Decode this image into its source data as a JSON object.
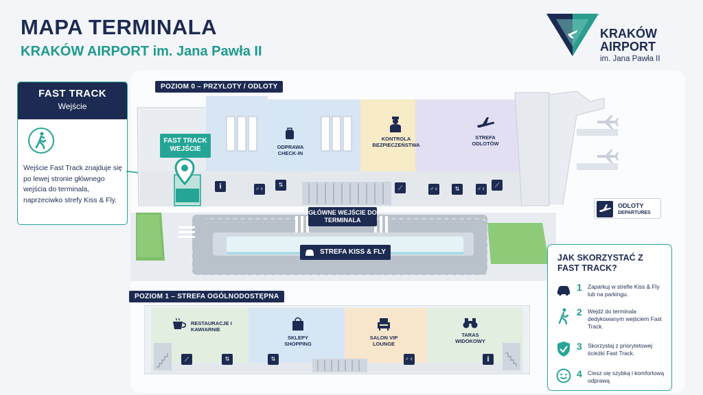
{
  "header": {
    "title": "MAPA TERMINALA",
    "subtitle": "KRAKÓW AIRPORT im. Jana Pawła II"
  },
  "logo": {
    "line1": "KRAKÓW",
    "line2": "AIRPORT",
    "line3": "im. Jana Pawła II"
  },
  "fast_track_card": {
    "title": "FAST TRACK",
    "subtitle": "Wejście",
    "description": "Wejście Fast Track znajduje się po lewej stronie głównego wejścia do terminala, naprzeciwko strefy Kiss & Fly."
  },
  "level0": {
    "label": "POZIOM 0 – PRZYLOTY / ODLOTY",
    "fast_track_tag": "FAST TRACK WEJŚCIE",
    "zones": {
      "checkin": "ODPRAWA CHECK-IN",
      "security": "KONTROLA BEZPIECZEŃSTWA",
      "departures_zone": "STREFA ODLOTÓW"
    },
    "main_entrance": "GŁÓWNE WEJŚCIE DO TERMINALA",
    "kiss_fly": "STREFA KISS & FLY",
    "departures_sign": {
      "pl": "ODLOTY",
      "en": "DEPARTURES"
    }
  },
  "level1": {
    "label": "POZIOM 1 – STREFA OGÓLNODOSTĘPNA",
    "zones": {
      "restaurants": "RESTAURACJE I KAWIARNIE",
      "shops": "SKLEPY SHOPPING",
      "vip": "SALON VIP LOUNGE",
      "terrace": "TARAS WIDOKOWY"
    }
  },
  "howto": {
    "title": "JAK SKORZYSTAĆ Z FAST TRACK?",
    "steps": [
      {
        "num": "1",
        "text": "Zaparkuj w strefie Kiss & Fly lub na parkingu."
      },
      {
        "num": "2",
        "text": "Wejdź do terminala dedykowanym wejściem Fast Track."
      },
      {
        "num": "3",
        "text": "Skorzystaj z priorytetowej ścieżki Fast Track."
      },
      {
        "num": "4",
        "text": "Ciesz się szybką i komfortową odprawą."
      }
    ]
  },
  "colors": {
    "navy": "#1d2b52",
    "teal": "#1f9a8d",
    "checkin_blue": "#d6e6f5",
    "security_yellow": "#f7ecc7",
    "departures_purple": "#e3dff3",
    "restaurants_green": "#e2eee0",
    "vip_peach": "#f8e6cc"
  },
  "icons": [
    "walking-person-icon",
    "map-pin-icon",
    "luggage-icon",
    "security-officer-icon",
    "airplane-icon",
    "info-icon",
    "elevator-icon",
    "escalator-icon",
    "restroom-icon",
    "car-icon",
    "coffee-icon",
    "shopping-bag-icon",
    "armchair-icon",
    "binoculars-icon",
    "shield-check-icon",
    "smile-icon"
  ]
}
